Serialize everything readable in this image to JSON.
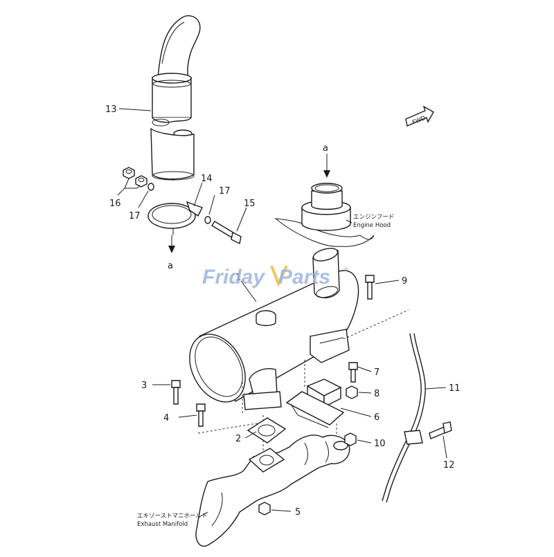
{
  "watermark": {
    "part1": "Friday",
    "part2": "Parts",
    "mark": "®",
    "color_main": "#9cb4dc",
    "color_accent": "#f2c04a"
  },
  "fwd_label": "FWD",
  "view_label_a": "a",
  "engine_hood": {
    "jp": "エンジンフード",
    "en": "Engine Hood"
  },
  "exhaust_manifold": {
    "jp": "エキゾーストマニホールド",
    "en": "Exhaust  Manifold"
  },
  "callouts": {
    "c1": "1",
    "c2": "2",
    "c3": "3",
    "c4": "4",
    "c5": "5",
    "c6": "6",
    "c7": "7",
    "c8": "8",
    "c9": "9",
    "c10": "10",
    "c11": "11",
    "c12": "12",
    "c13": "13",
    "c14": "14",
    "c15": "15",
    "c16": "16",
    "c17a": "17",
    "c17b": "17"
  }
}
